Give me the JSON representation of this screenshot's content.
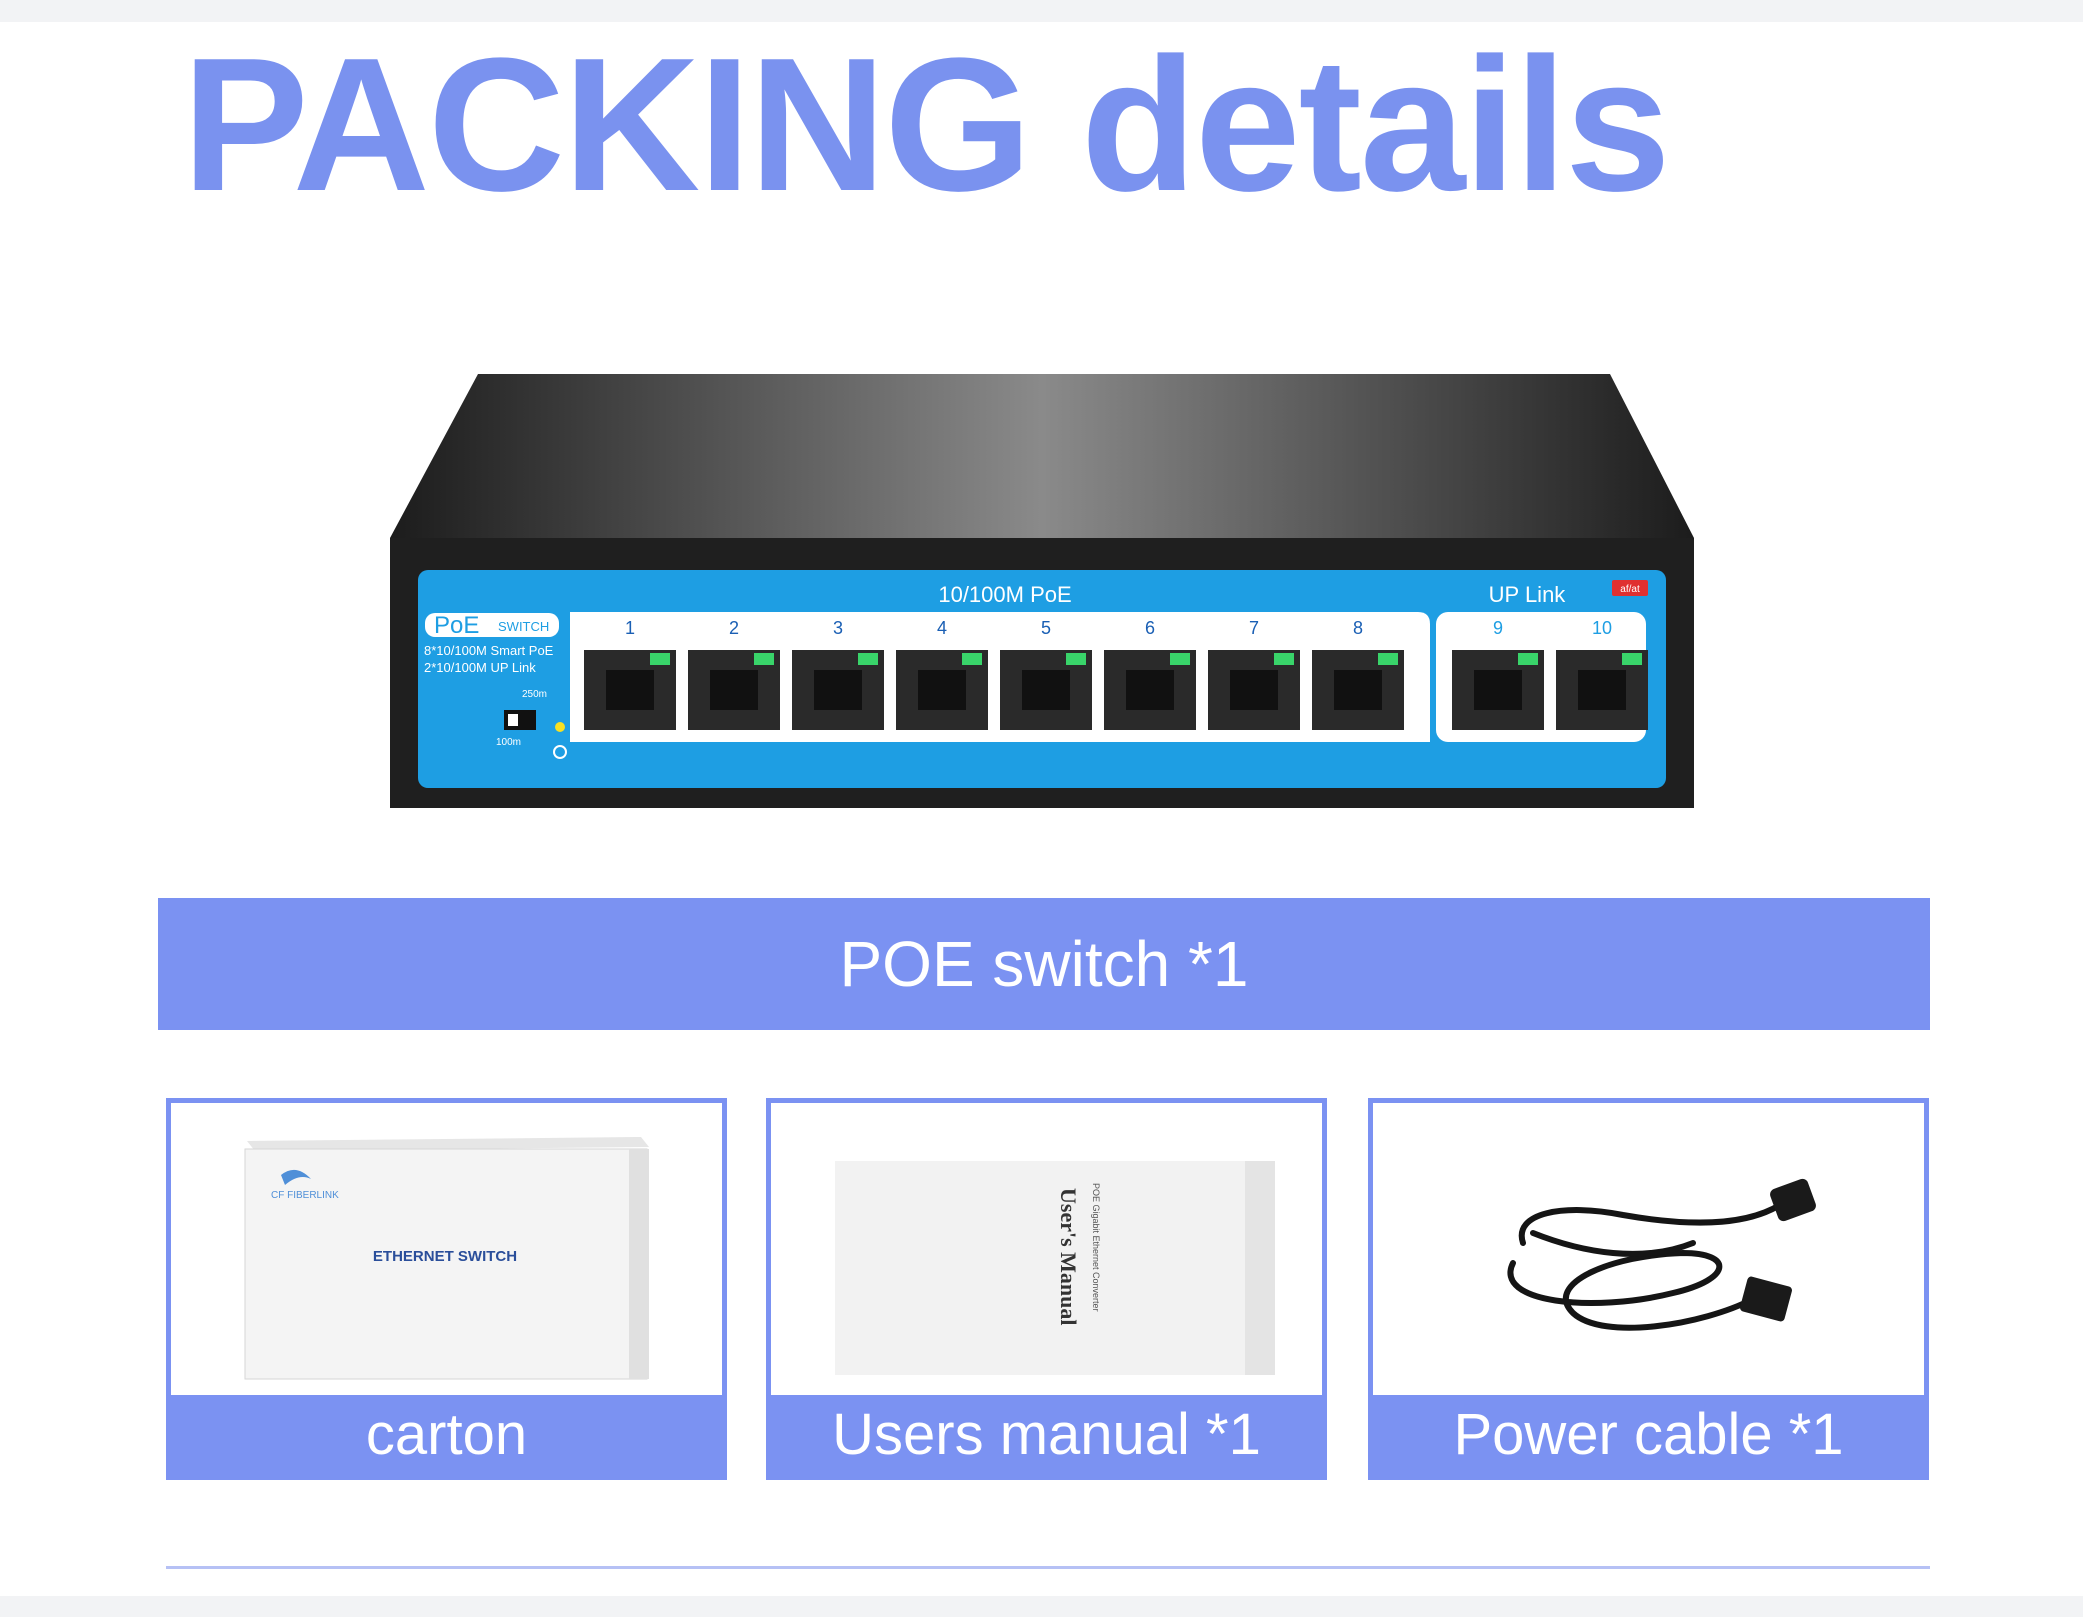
{
  "title": "PACKING details",
  "device": {
    "section_label": "10/100M PoE",
    "uplink_label": "UP Link",
    "badge_brand": "PoE",
    "badge_word": "SWITCH",
    "spec_line1": "8*10/100M Smart PoE",
    "spec_line2": "2*10/100M  UP  Link",
    "switch_top": "250m",
    "switch_bottom": "100m",
    "ports": [
      "1",
      "2",
      "3",
      "4",
      "5",
      "6",
      "7",
      "8"
    ],
    "uplinks": [
      "9",
      "10"
    ],
    "cert_mark": "af/at"
  },
  "banner": "POE switch *1",
  "items": [
    {
      "caption": "carton",
      "box_brand": "CF FIBERLINK",
      "box_text": "ETHERNET SWITCH"
    },
    {
      "caption": "Users manual *1",
      "manual_title": "User's Manual",
      "manual_sub": "POE Gigabit Ethernet Converter"
    },
    {
      "caption": "Power cable  *1"
    }
  ],
  "colors": {
    "accent": "#7b92f2",
    "title": "#7a92ef",
    "panel": "#1e9ee3",
    "body": "#1f1f1f"
  }
}
